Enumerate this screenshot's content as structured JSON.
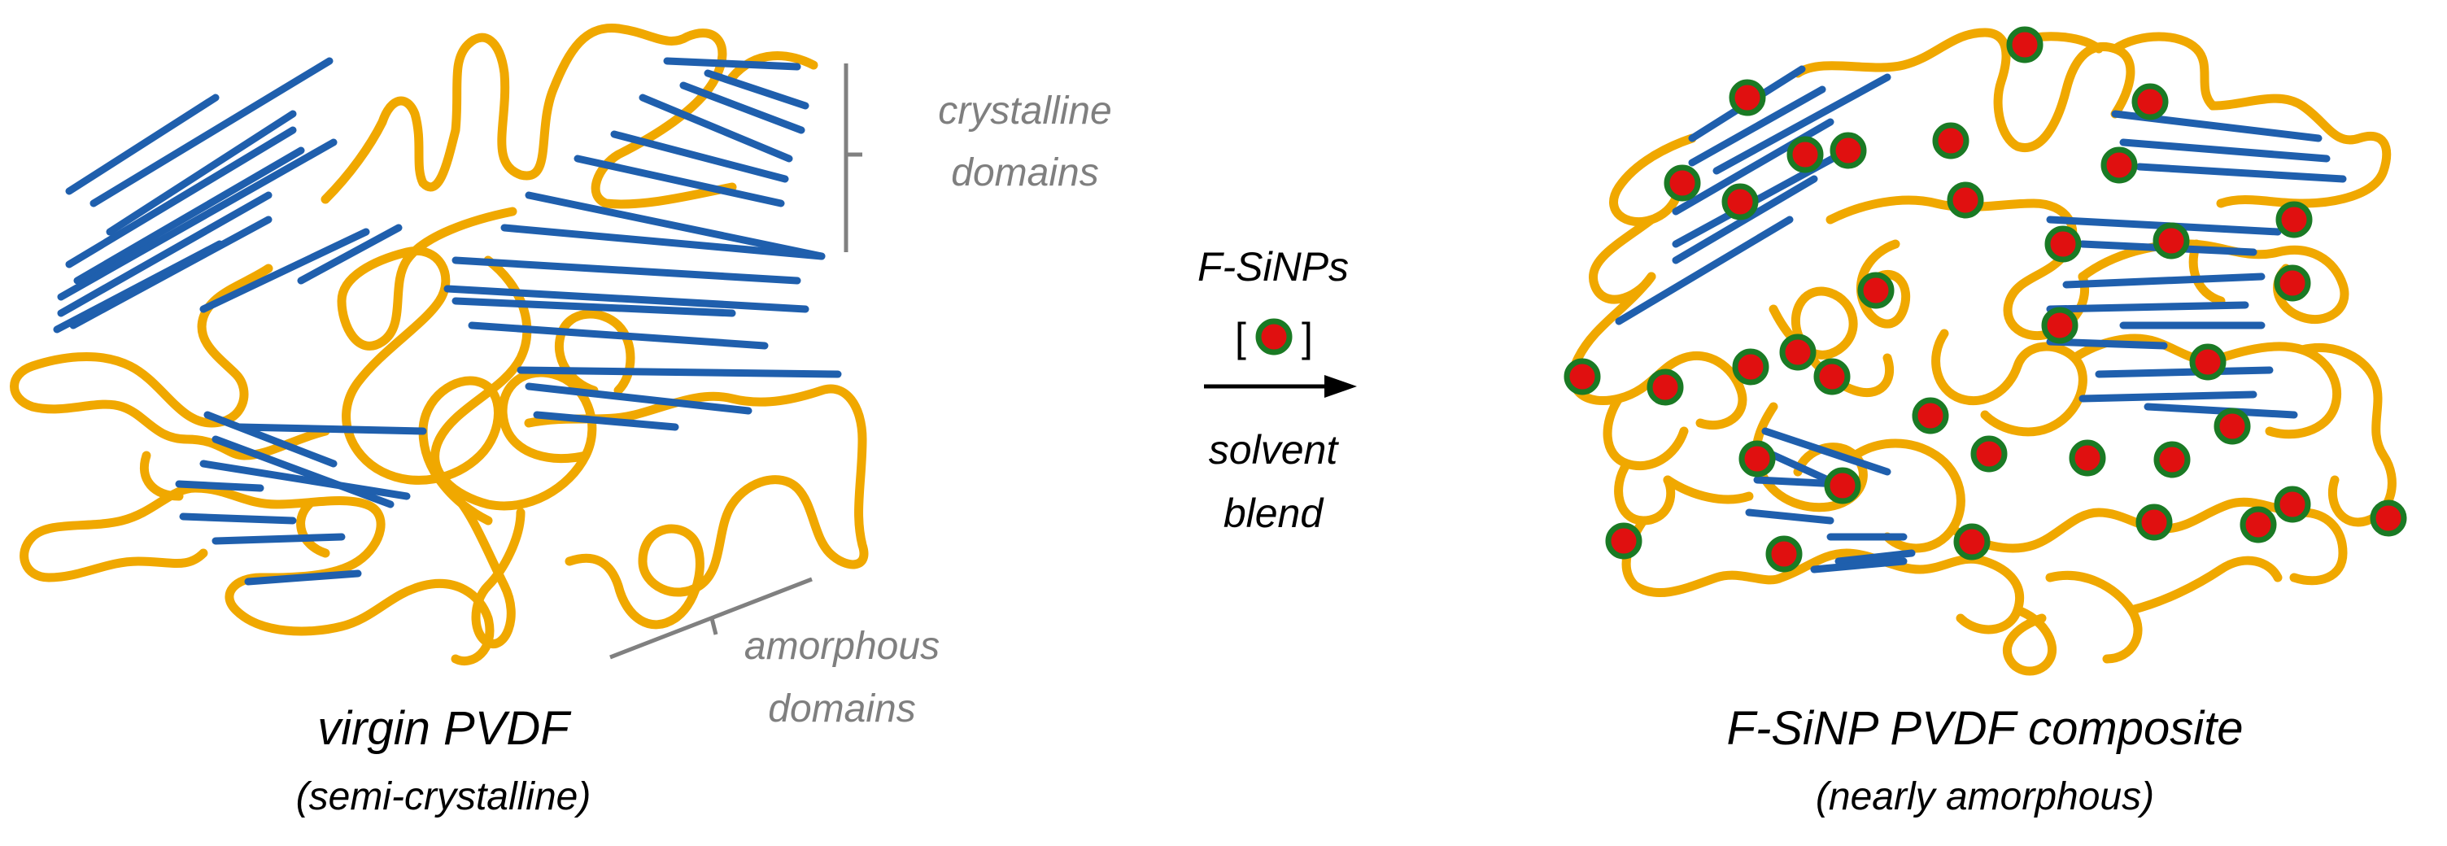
{
  "left_panel": {
    "title": "virgin PVDF",
    "subtitle": "(semi-crystalline)",
    "crystalline_label_line1": "crystalline",
    "crystalline_label_line2": "domains",
    "amorphous_label_line1": "amorphous",
    "amorphous_label_line2": "domains"
  },
  "process": {
    "additive": "F-SiNPs",
    "bracket_open": "[",
    "bracket_close": "]",
    "step_line1": "solvent",
    "step_line2": "blend"
  },
  "right_panel": {
    "title": "F-SiNP PVDF composite",
    "subtitle": "(nearly amorphous)"
  },
  "colors": {
    "amorphous_chain": "#f0a800",
    "crystalline_segment": "#1f5fad",
    "nanoparticle_core": "#e01010",
    "nanoparticle_shell": "#1a7a24",
    "annotation_grey": "#7f7f7f"
  }
}
